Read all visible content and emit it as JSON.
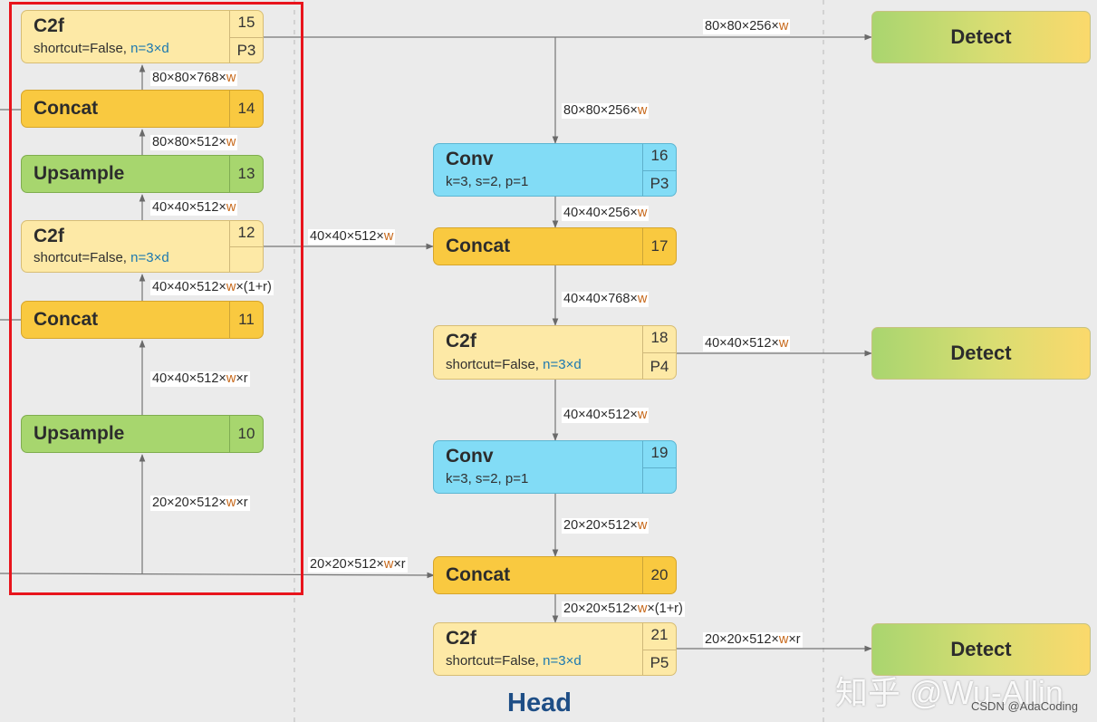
{
  "blocks": {
    "b15": {
      "name": "C2f",
      "param_a": "shortcut=False,",
      "param_b": "n=3×d",
      "number": "15",
      "level": "P3"
    },
    "b14": {
      "name": "Concat",
      "number": "14"
    },
    "b13": {
      "name": "Upsample",
      "number": "13"
    },
    "b12": {
      "name": "C2f",
      "param_a": "shortcut=False,",
      "param_b": "n=3×d",
      "number": "12",
      "level": ""
    },
    "b11": {
      "name": "Concat",
      "number": "11"
    },
    "b10": {
      "name": "Upsample",
      "number": "10"
    },
    "b16": {
      "name": "Conv",
      "param_a": "k=3, s=2, p=1",
      "number": "16",
      "level": "P3"
    },
    "b17": {
      "name": "Concat",
      "number": "17"
    },
    "b18": {
      "name": "C2f",
      "param_a": "shortcut=False,",
      "param_b": "n=3×d",
      "number": "18",
      "level": "P4"
    },
    "b19": {
      "name": "Conv",
      "param_a": "k=3, s=2, p=1",
      "number": "19",
      "level": ""
    },
    "b20": {
      "name": "Concat",
      "number": "20"
    },
    "b21": {
      "name": "C2f",
      "param_a": "shortcut=False,",
      "param_b": "n=3×d",
      "number": "21",
      "level": "P5"
    }
  },
  "detect": {
    "d1": "Detect",
    "d2": "Detect",
    "d3": "Detect"
  },
  "dims": {
    "d_14_15": {
      "base": "80×80×768×",
      "w": "w",
      "tail": ""
    },
    "d_13_14": {
      "base": "80×80×512×",
      "w": "w",
      "tail": ""
    },
    "d_12_13": {
      "base": "40×40×512×",
      "w": "w",
      "tail": ""
    },
    "d_11_12": {
      "base": "40×40×512×",
      "w": "w",
      "tail": "×(1+r)"
    },
    "d_10_11": {
      "base": "40×40×512×",
      "w": "w",
      "tail": "×r"
    },
    "d_in_10": {
      "base": "20×20×512×",
      "w": "w",
      "tail": "×r"
    },
    "d_15_det": {
      "base": "80×80×256×",
      "w": "w",
      "tail": ""
    },
    "d_15_16": {
      "base": "80×80×256×",
      "w": "w",
      "tail": ""
    },
    "d_16_17": {
      "base": "40×40×256×",
      "w": "w",
      "tail": ""
    },
    "d_12_17": {
      "base": "40×40×512×",
      "w": "w",
      "tail": ""
    },
    "d_17_18": {
      "base": "40×40×768×",
      "w": "w",
      "tail": ""
    },
    "d_18_det": {
      "base": "40×40×512×",
      "w": "w",
      "tail": ""
    },
    "d_18_19": {
      "base": "40×40×512×",
      "w": "w",
      "tail": ""
    },
    "d_19_20": {
      "base": "20×20×512×",
      "w": "w",
      "tail": ""
    },
    "d_in_20": {
      "base": "20×20×512×",
      "w": "w",
      "tail": "×r"
    },
    "d_20_21": {
      "base": "20×20×512×",
      "w": "w",
      "tail": "×(1+r)"
    },
    "d_21_det": {
      "base": "20×20×512×",
      "w": "w",
      "tail": "×r"
    }
  },
  "head_label": "Head",
  "watermark": "知乎 @Wu-Allin",
  "credit": "CSDN @AdaCoding",
  "colors": {
    "c2f": "#fde9a6",
    "concat": "#f9c940",
    "upsample": "#a7d66e",
    "conv": "#82dcf6",
    "highlight_box": "#e8141c",
    "head_label": "#1e4e86",
    "w_symbol": "#c7681a"
  }
}
